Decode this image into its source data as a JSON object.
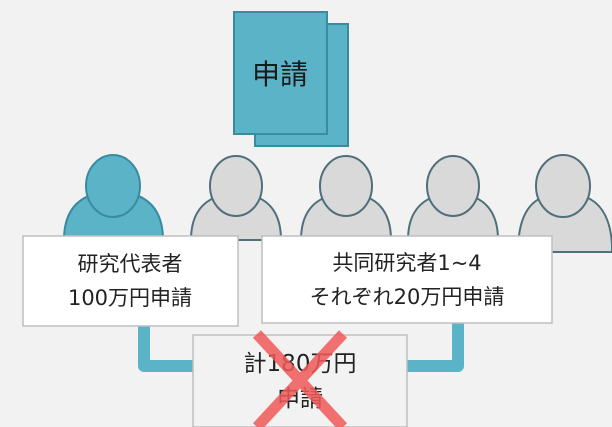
{
  "document": {
    "label": "申請"
  },
  "people": [
    {
      "role": "principal",
      "highlighted": true
    },
    {
      "role": "co-investigator",
      "highlighted": false
    },
    {
      "role": "co-investigator",
      "highlighted": false
    },
    {
      "role": "co-investigator",
      "highlighted": false
    },
    {
      "role": "co-investigator",
      "highlighted": false
    }
  ],
  "principal_box": {
    "line1": "研究代表者",
    "line2": "100万円申請"
  },
  "coinvestigator_box": {
    "line1": "共同研究者1~4",
    "line2": "それぞれ20万円申請"
  },
  "total_box": {
    "line1": "計180万円",
    "line2": "申請",
    "rejected": true
  },
  "colors": {
    "accent": "#5bb3c8",
    "accent_stroke": "#3a8aa0",
    "gray_fill": "#d9d9d9",
    "gray_stroke": "#4f6f7a",
    "reject": "#f05a5a",
    "background": "#f2f2f2"
  }
}
